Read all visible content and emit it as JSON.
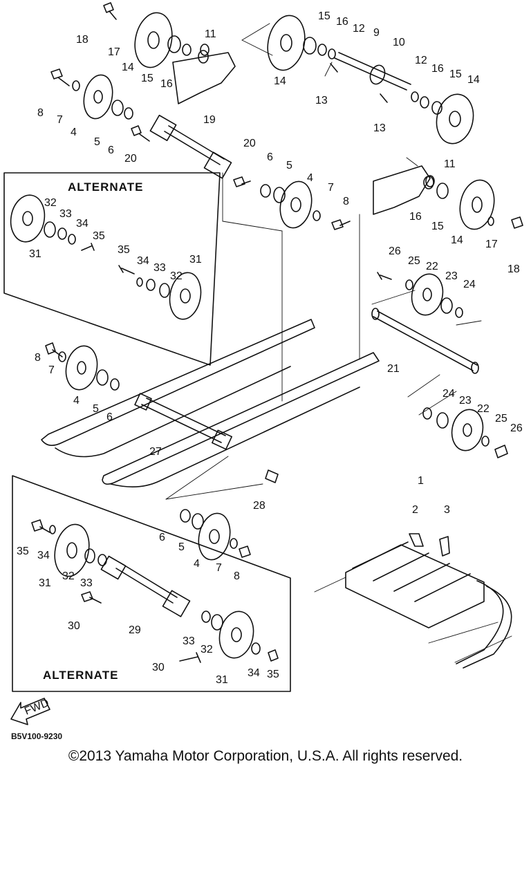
{
  "diagram": {
    "alternate_top": "ALTERNATE",
    "alternate_bottom": "ALTERNATE",
    "fwd_label": "FWD",
    "drawing_code": "B5V100-9230",
    "copyright": "©2013 Yamaha Motor Corporation, U.S.A. All rights reserved.",
    "callouts": [
      "18",
      "17",
      "14",
      "15",
      "16",
      "11",
      "14",
      "15",
      "16",
      "12",
      "9",
      "10",
      "12",
      "16",
      "15",
      "14",
      "8",
      "7",
      "4",
      "5",
      "6",
      "20",
      "19",
      "13",
      "13",
      "20",
      "6",
      "5",
      "4",
      "7",
      "8",
      "11",
      "16",
      "15",
      "14",
      "17",
      "18",
      "32",
      "33",
      "34",
      "35",
      "31",
      "35",
      "34",
      "33",
      "32",
      "31",
      "26",
      "25",
      "22",
      "23",
      "24",
      "8",
      "7",
      "4",
      "5",
      "6",
      "21",
      "24",
      "23",
      "22",
      "25",
      "26",
      "27",
      "28",
      "1",
      "2",
      "3",
      "6",
      "5",
      "4",
      "7",
      "8",
      "35",
      "34",
      "31",
      "32",
      "33",
      "30",
      "29",
      "33",
      "32",
      "30",
      "31",
      "34",
      "35"
    ]
  }
}
